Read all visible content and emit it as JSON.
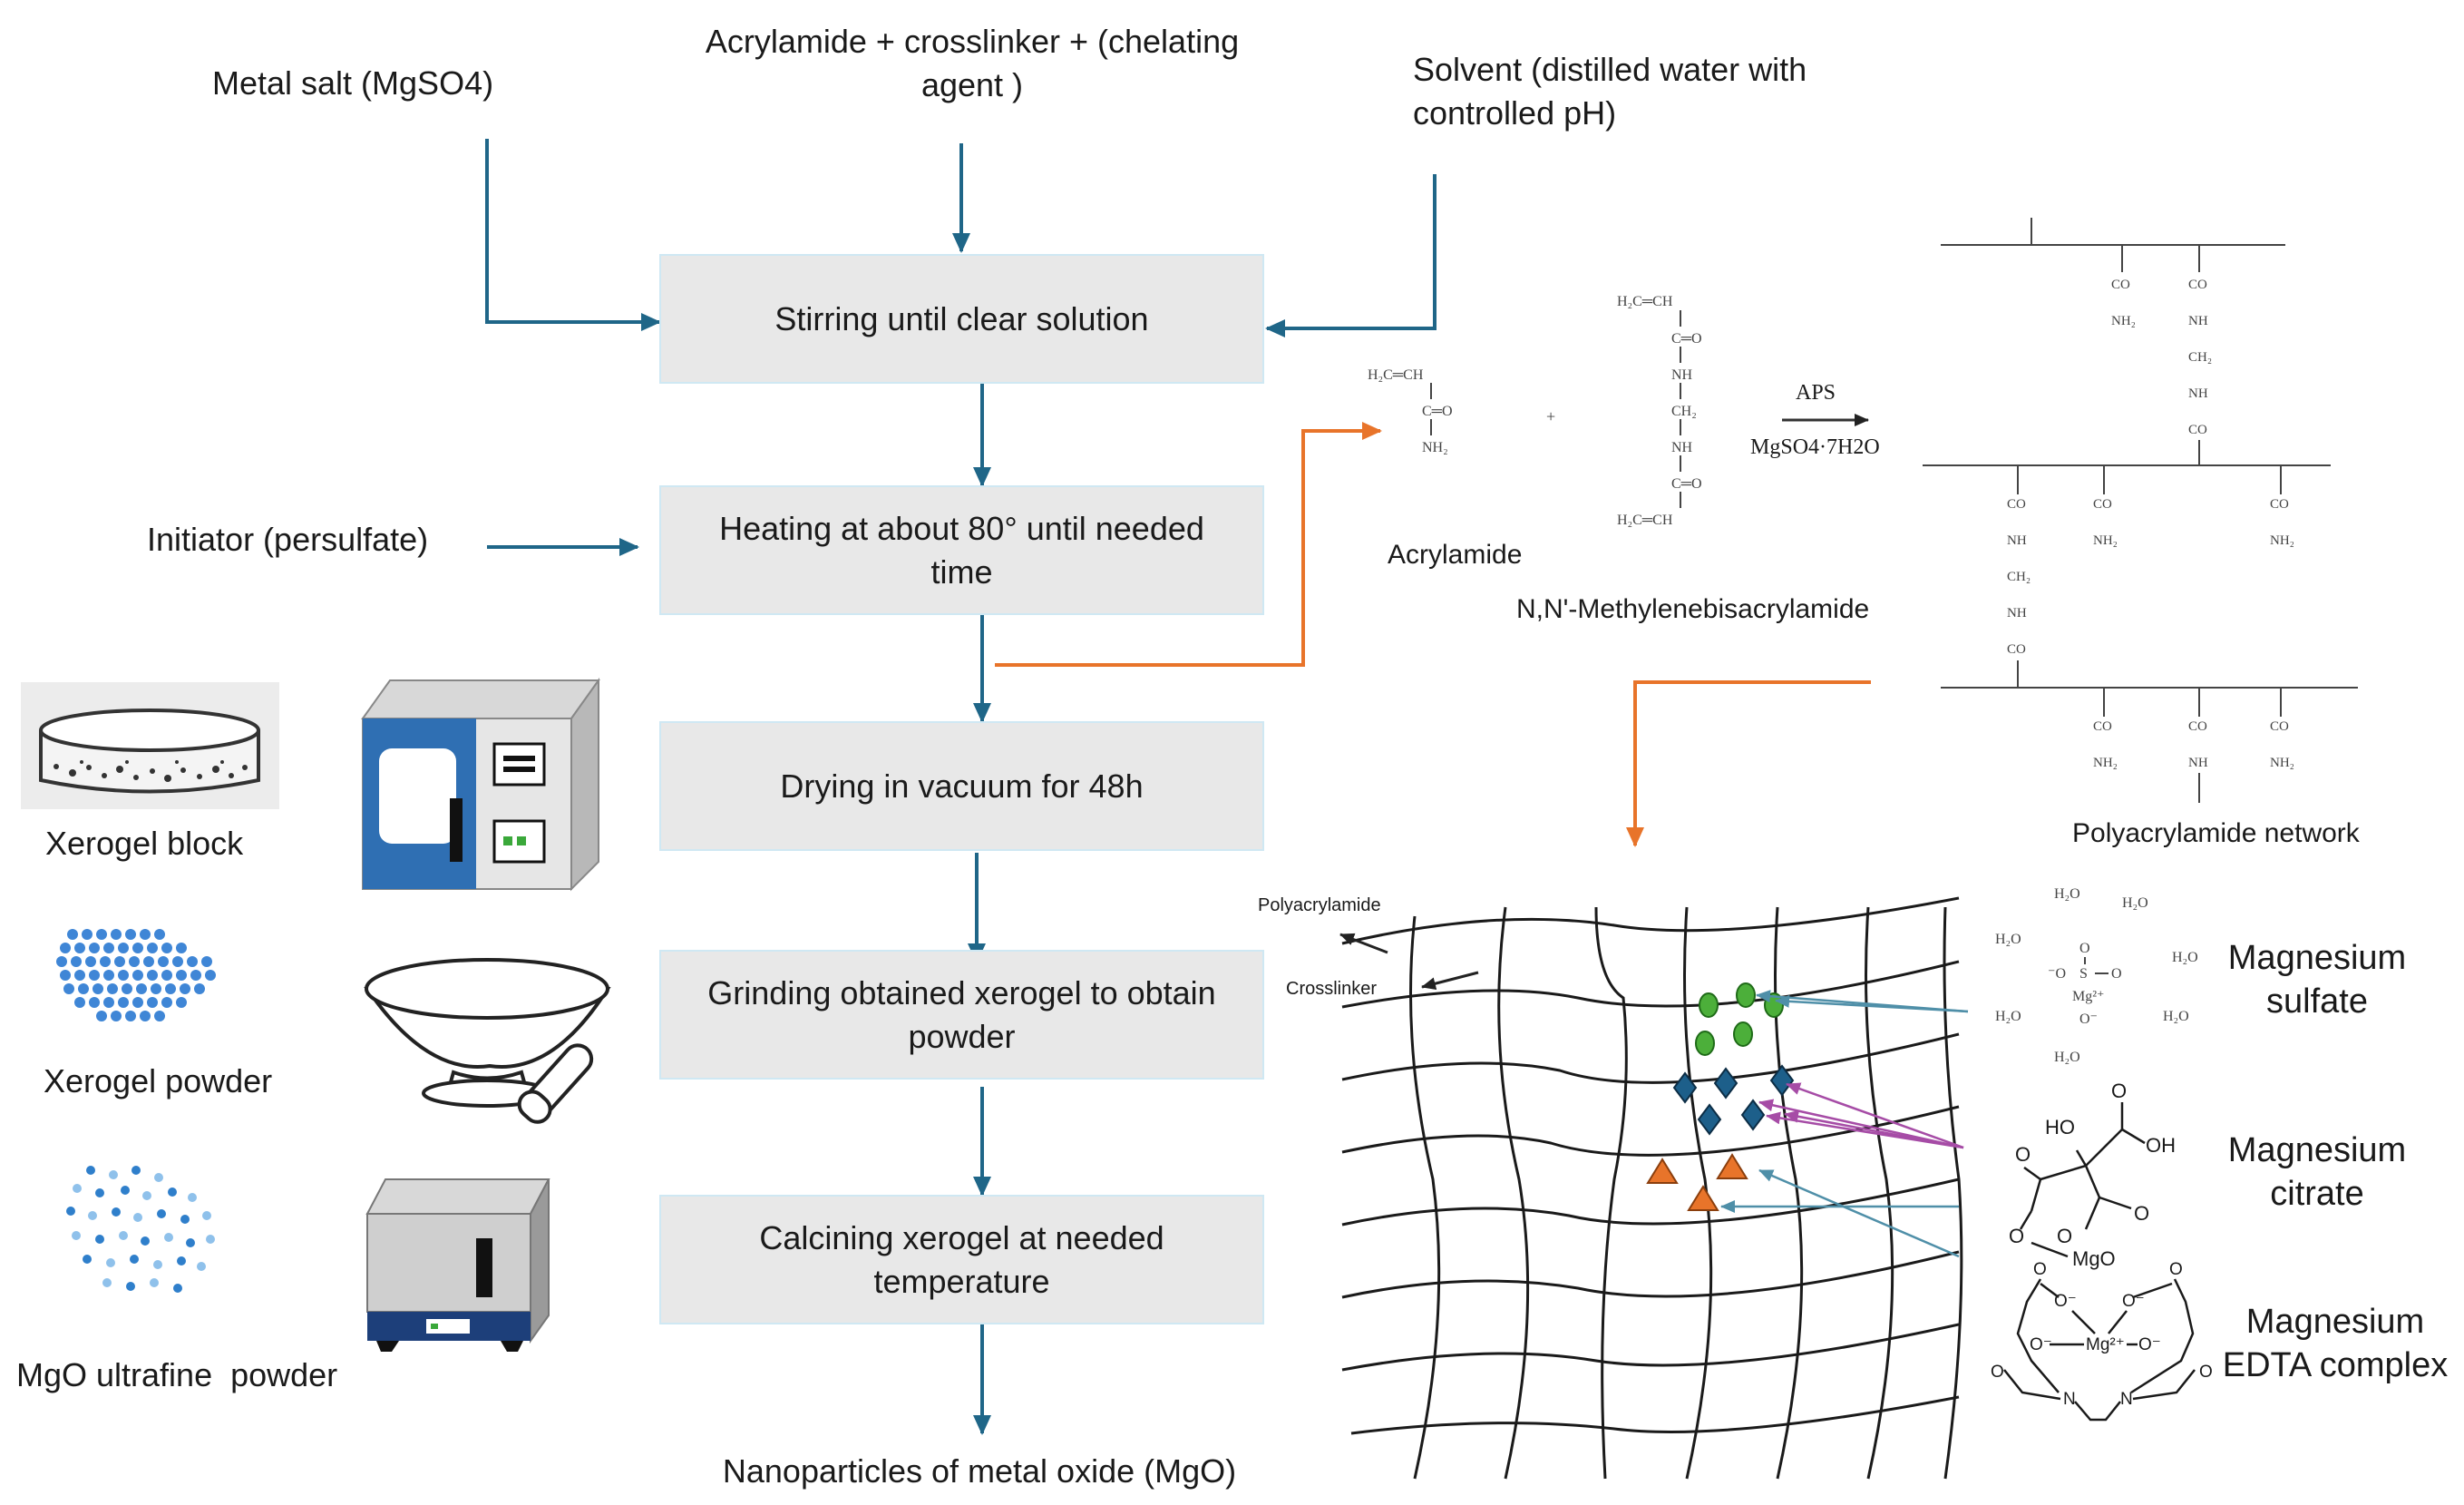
{
  "inputs": {
    "metal_salt": "Metal salt (MgSO4)",
    "acrylamide_mix": "Acrylamide + crosslinker + (chelating agent )",
    "solvent": "Solvent (distilled water with controlled pH)",
    "initiator": "Initiator (persulfate)"
  },
  "steps": [
    "Stirring until clear solution",
    "Heating at about 80° until needed time",
    "Drying in vacuum for 48h",
    "Grinding obtained xerogel to obtain powder",
    "Calcining xerogel at needed temperature"
  ],
  "product": "Nanoparticles of metal oxide (MgO)",
  "products_left": {
    "xerogel_block": "Xerogel block",
    "xerogel_powder": "Xerogel powder",
    "mgo_powder": "MgO ultrafine  powder"
  },
  "reaction": {
    "acrylamide_label": "Acrylamide",
    "bis_label": "N,N'-Methylenebisacrylamide",
    "plus": "+",
    "condition_top": "APS",
    "condition_bottom": "MgSO4·7H2O",
    "network_label": "Polyacrylamide network"
  },
  "gel": {
    "polyacrylamide_label": "Polyacrylamide",
    "crosslinker_label": "Crosslinker"
  },
  "complexes": {
    "sulfate": "Magnesium sulfate",
    "citrate": "Magnesium citrate",
    "edta": "Magnesium EDTA complex"
  },
  "colors": {
    "flow_arrow": "#1f6688",
    "orange_arrow": "#e8742a",
    "step_fill": "#e8e8e8",
    "step_border": "#cfe8f3",
    "green_marker": "#4caf3a",
    "blue_marker": "#1d5f8a",
    "orange_marker": "#e8742a",
    "purple_arrow": "#a64ca6"
  }
}
